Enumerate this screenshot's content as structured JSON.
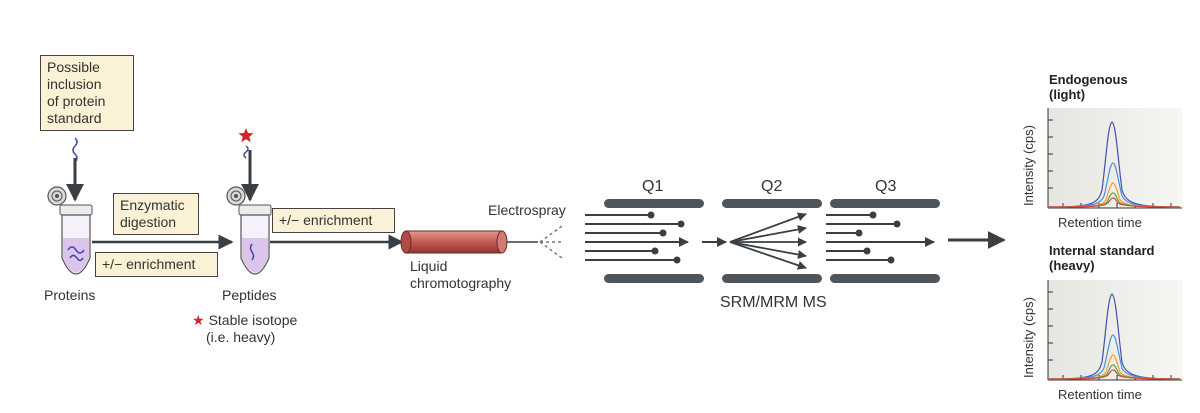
{
  "labels": {
    "protein_standard": [
      "Possible",
      "inclusion",
      "of protein",
      "standard"
    ],
    "enzymatic_digestion": [
      "Enzymatic",
      "digestion"
    ],
    "enrichment_1": "+/− enrichment",
    "enrichment_2": "+/− enrichment",
    "proteins": "Proteins",
    "peptides": "Peptides",
    "stable_isotope": [
      "Stable isotope",
      "(i.e. heavy)"
    ],
    "electrospray": "Electrospray",
    "liquid_chromatography": [
      "Liquid",
      "chromotography"
    ],
    "q1": "Q1",
    "q2": "Q2",
    "q3": "Q3",
    "srm_mrm": "SRM/MRM MS"
  },
  "plots": {
    "endogenous_title": [
      "Endogenous",
      "(light)"
    ],
    "internal_title": [
      "Internal standard",
      "(heavy)"
    ],
    "xlabel": "Retention time",
    "ylabel": "Intensity (cps)"
  },
  "colors": {
    "box_fill": "#fbf1d6",
    "arrow": "#3a3f44",
    "quad_bar": "#4e555b",
    "lc_column": "#c9605a",
    "star": "#d2222a",
    "peak_blue": "#3f53b0",
    "peak_light_blue": "#4f8fd6",
    "peak_orange": "#f0a030",
    "peak_green": "#5aa84a",
    "peak_red": "#d34a3a"
  }
}
